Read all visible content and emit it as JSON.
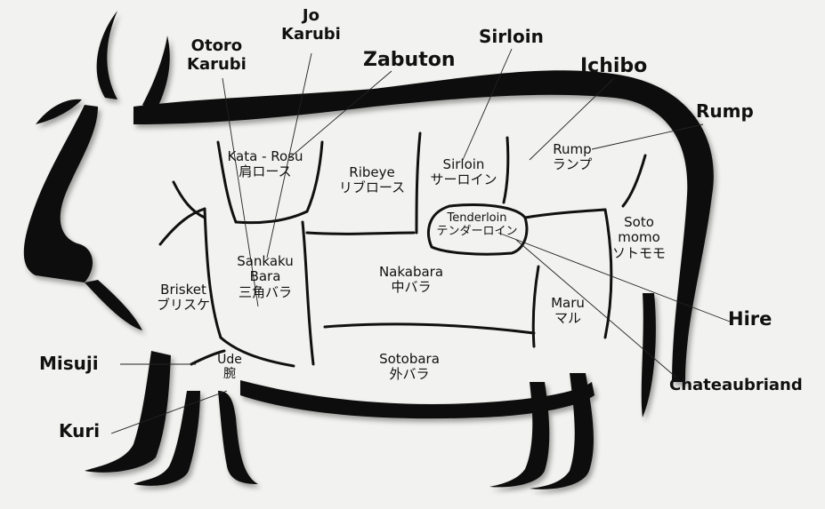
{
  "diagram": {
    "outer_labels": {
      "otoro_karubi": [
        "Otoro",
        "Karubi"
      ],
      "jo_karubi": [
        "Jo",
        "Karubi"
      ],
      "zabuton": "Zabuton",
      "sirloin": "Sirloin",
      "ichibo": "Ichibo",
      "rump": "Rump",
      "hire": "Hire",
      "chateaubriand": "Chateaubriand",
      "misuji": "Misuji",
      "kuri": "Kuri"
    },
    "cuts": {
      "kata_rosu": [
        "Kata - Rosu",
        "肩ロース"
      ],
      "ribeye": [
        "Ribeye",
        "リブロース"
      ],
      "sirloin": [
        "Sirloin",
        "サーロイン"
      ],
      "rump": [
        "Rump",
        "ランプ"
      ],
      "tenderloin": [
        "Tenderloin",
        "テンダーロイン"
      ],
      "soto_momo": [
        "Soto",
        "momo",
        "ソトモモ"
      ],
      "brisket": [
        "Brisket",
        "ブリスケ"
      ],
      "sankaku_bara": [
        "Sankaku",
        "Bara",
        "三角バラ"
      ],
      "nakabara": [
        "Nakabara",
        "中バラ"
      ],
      "maru": [
        "Maru",
        "マル"
      ],
      "ude": [
        "Ude",
        "腕"
      ],
      "sotobara": [
        "Sotobara",
        "外バラ"
      ]
    },
    "colors": {
      "ink": "#111111",
      "paper": "#f2f2f0"
    }
  }
}
